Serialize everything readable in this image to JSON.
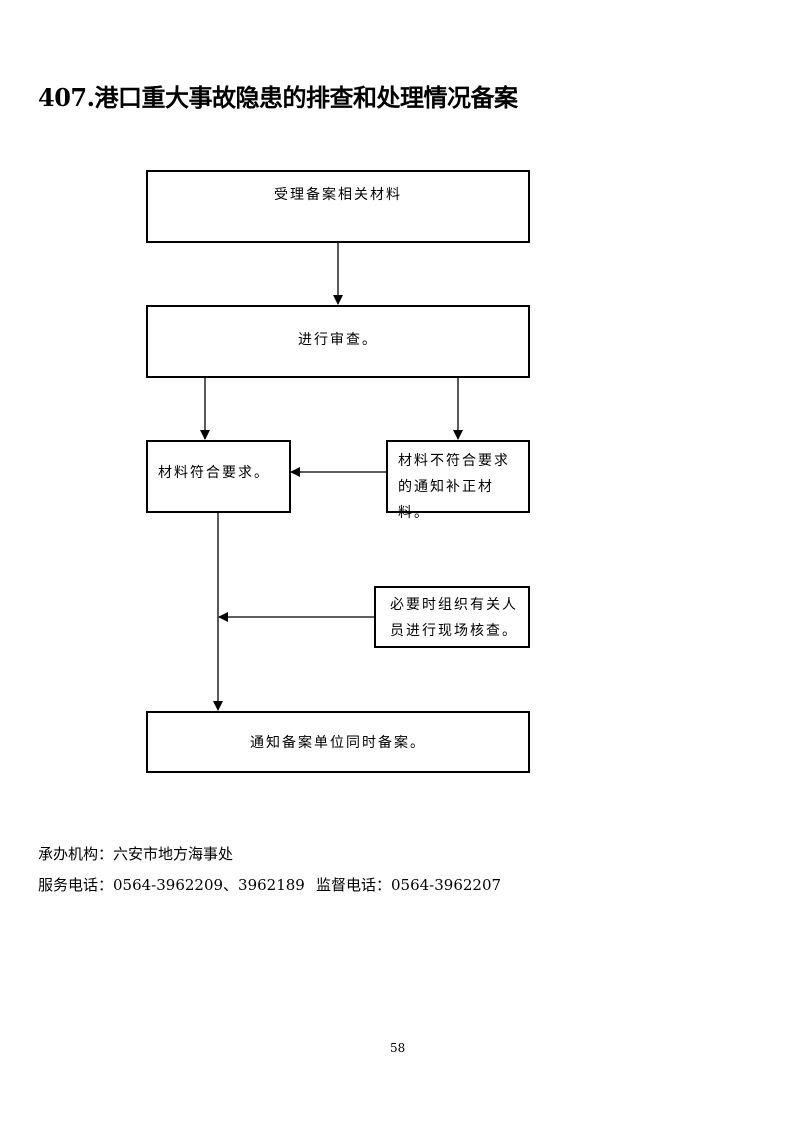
{
  "title": "407.港口重大事故隐患的排查和处理情况备案",
  "flow": {
    "step1": "受理备案相关材料",
    "step2": "进行审查。",
    "ok": "材料符合要求。",
    "not_ok": "材料不符合要求的通知补正材料。",
    "inspect": "必要时组织有关人员进行现场核查。",
    "final": "通知备案单位同时备案。"
  },
  "footer": {
    "agency": "承办机构：六安市地方海事处",
    "service_phone": "服务电话：0564-3962209、3962189",
    "supervise_phone": "监督电话：0564-3962207"
  },
  "page_number": "58"
}
